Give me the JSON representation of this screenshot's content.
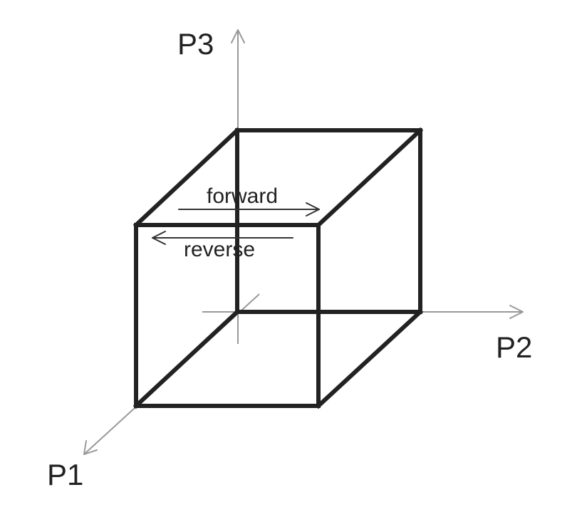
{
  "axes": {
    "p1_label": "P1",
    "p2_label": "P2",
    "p3_label": "P3"
  },
  "arrows": {
    "forward_label": "forward",
    "reverse_label": "reverse"
  },
  "colors": {
    "cube_edge": "#222222",
    "axis": "#999999",
    "arrow": "#333333"
  }
}
